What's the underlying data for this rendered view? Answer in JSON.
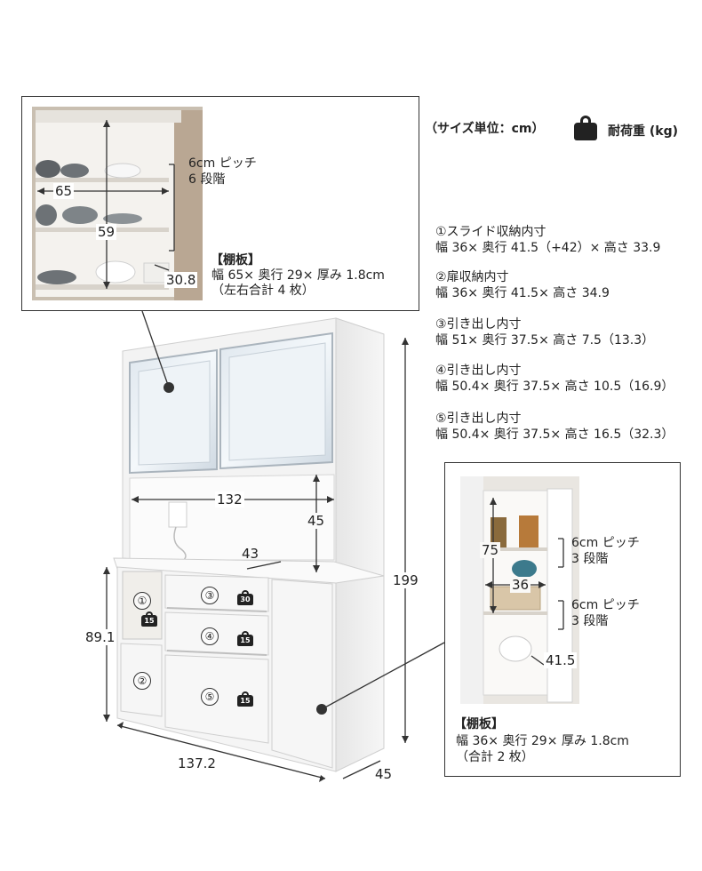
{
  "header": {
    "size_unit": "（サイズ単位：cm）",
    "load_capacity": "耐荷重 (kg)"
  },
  "specs": [
    {
      "title": "①スライド収納内寸",
      "detail": "幅 36× 奥行 41.5（+42）× 高さ 33.9"
    },
    {
      "title": "②扉収納内寸",
      "detail": "幅 36× 奥行 41.5× 高さ 34.9"
    },
    {
      "title": "③引き出し内寸",
      "detail": "幅 51× 奥行 37.5× 高さ 7.5（13.3）"
    },
    {
      "title": "④引き出し内寸",
      "detail": "幅 50.4× 奥行 37.5× 高さ 10.5（16.9）"
    },
    {
      "title": "⑤引き出し内寸",
      "detail": "幅 50.4× 奥行 37.5× 高さ 16.5（32.3）"
    }
  ],
  "top_inset": {
    "width_label": "65",
    "height_label": "59",
    "depth_label": "30.8",
    "pitch_line1": "6cm ピッチ",
    "pitch_line2": "6 段階",
    "shelf_title": "【棚板】",
    "shelf_line1": "幅 65× 奥行 29× 厚み 1.8cm",
    "shelf_line2": "（左右合計 4 枚）"
  },
  "side_inset": {
    "height_label": "75",
    "width_label": "36",
    "depth_label": "41.5",
    "pitch_a_line1": "6cm ピッチ",
    "pitch_a_line2": "3 段階",
    "pitch_b_line1": "6cm ピッチ",
    "pitch_b_line2": "3 段階",
    "shelf_title": "【棚板】",
    "shelf_line1": "幅 36× 奥行 29× 厚み 1.8cm",
    "shelf_line2": "（合計 2 枚）"
  },
  "cabinet": {
    "inner_width": "132",
    "open_height": "45",
    "counter_depth": "43",
    "total_height": "199",
    "lower_height": "89.1",
    "total_width": "137.2",
    "depth": "45",
    "markers": {
      "m1": "①",
      "m2": "②",
      "m3": "③",
      "m4": "④",
      "m5": "⑤"
    },
    "loads": {
      "slide": "15",
      "d3": "30",
      "d4": "15",
      "d5": "15"
    }
  }
}
